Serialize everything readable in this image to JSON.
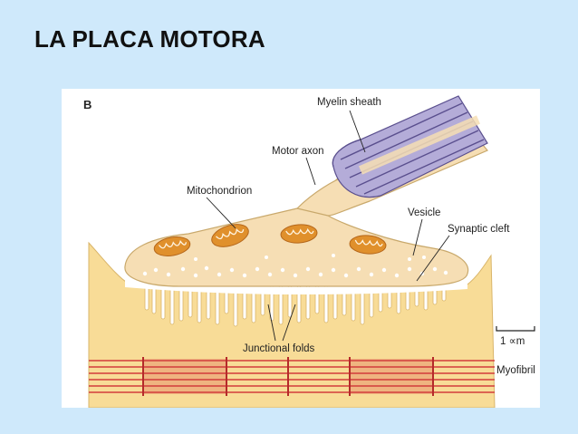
{
  "slide": {
    "title": "LA PLACA MOTORA"
  },
  "figure": {
    "panel_letter": "B",
    "labels": {
      "myelin_sheath": "Myelin sheath",
      "motor_axon": "Motor axon",
      "mitochondrion": "Mitochondrion",
      "vesicle": "Vesicle",
      "synaptic_cleft": "Synaptic cleft",
      "junctional_folds": "Junctional folds",
      "myofibril": "Myofibril",
      "scale": "1 ∝m"
    },
    "colors": {
      "terminal_fill": "#f6deb4",
      "muscle_fill": "#f8dc97",
      "myelin_fill": "#b4acd8",
      "myelin_lines": "#5a4f8e",
      "mitochondria": "#e0902c",
      "myofibril_red": "#d23c3c",
      "outline": "#c9a96c"
    }
  }
}
